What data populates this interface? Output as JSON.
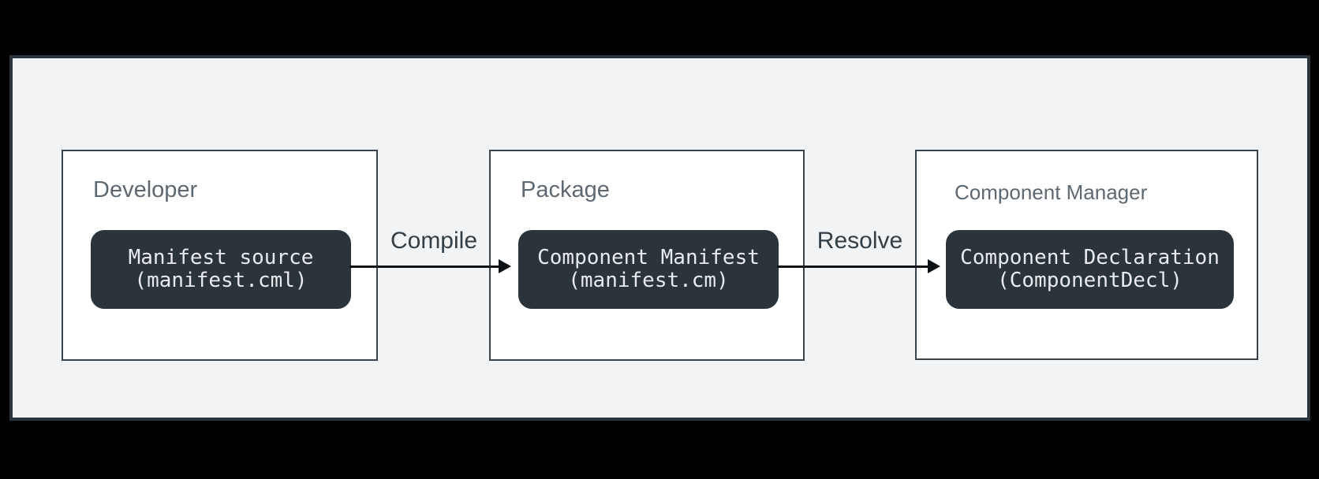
{
  "diagram": {
    "groups": [
      {
        "label": "Developer",
        "node": {
          "line1": "Manifest source",
          "line2": "(manifest.cml)"
        }
      },
      {
        "label": "Package",
        "node": {
          "line1": "Component Manifest",
          "line2": "(manifest.cm)"
        }
      },
      {
        "label": "Component Manager",
        "node": {
          "line1": "Component Declaration",
          "line2": "(ComponentDecl)"
        }
      }
    ],
    "arrows": [
      {
        "label": "Compile"
      },
      {
        "label": "Resolve"
      }
    ],
    "colors": {
      "canvas_bg": "#000000",
      "panel_bg": "#f1f3f4",
      "panel_border": "#2b333b",
      "group_bg": "#ffffff",
      "group_border": "#3a434c",
      "node_bg": "#2b333b",
      "node_text": "#e8eaed",
      "group_label_text": "#5f6870",
      "arrow_label_text": "#333e47",
      "arrow": "#0e1114"
    }
  }
}
